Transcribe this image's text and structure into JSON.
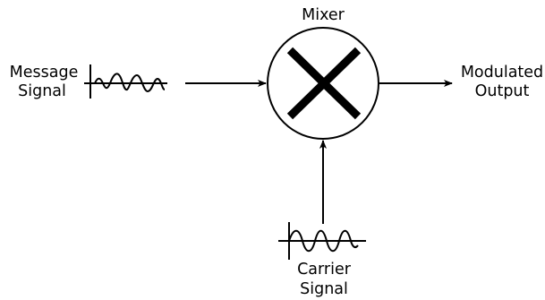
{
  "mixer": {
    "label": "Mixer",
    "symbol": "multiply-x"
  },
  "inputs": {
    "message": {
      "label_line1": "Message",
      "label_line2": "Signal",
      "waveform": "low-frequency sine"
    },
    "carrier": {
      "label_line1": "Carrier",
      "label_line2": "Signal",
      "waveform": "sine"
    }
  },
  "output": {
    "label_line1": "Modulated",
    "label_line2": "Output"
  },
  "colors": {
    "stroke": "#000000",
    "background": "#ffffff"
  }
}
